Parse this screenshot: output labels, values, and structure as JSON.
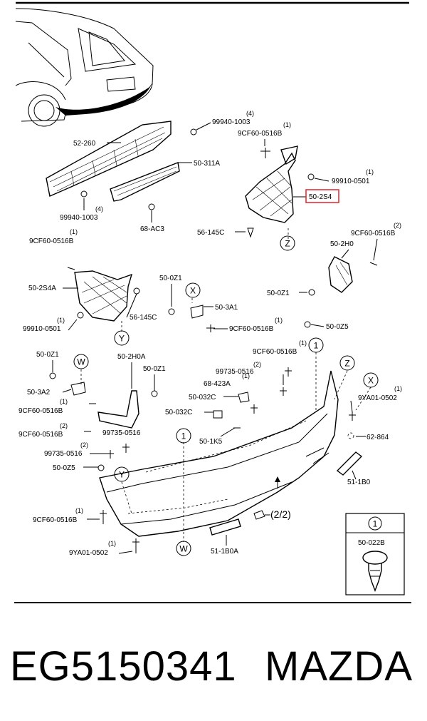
{
  "labels": {
    "l52_260": "52-260",
    "l99940_top": "99940-1003",
    "l99940_top_q": "(4)",
    "l9cf_top": "9CF60-0516B",
    "l9cf_top_q": "(1)",
    "l50_311a": "50-311A",
    "l99910_right": "99910-0501",
    "l99910_right_q": "(1)",
    "l50_2s4": "50-2S4",
    "l99940_bot": "99940-1003",
    "l99940_bot_q": "(4)",
    "l68_ac3": "68-AC3",
    "l56_145c_top": "56-145C",
    "l9cf_left": "9CF60-0516B",
    "l9cf_left_q": "(1)",
    "l9cf_right": "9CF60-0516B",
    "l9cf_right_q": "(2)",
    "l50_2h0": "50-2H0",
    "l50_2s4a": "50-2S4A",
    "l50_0z1_a": "50-0Z1",
    "l50_3a1": "50-3A1",
    "l56_145c_mid": "56-145C",
    "l50_0z1_b": "50-0Z1",
    "l99910_left": "99910-0501",
    "l99910_left_q": "(1)",
    "l9cf_mid": "9CF60-0516B",
    "l9cf_mid_q": "(1)",
    "l50_0z5_r": "50-0Z5",
    "l50_0z1_c": "50-0Z1",
    "l50_2h0a": "50-2H0A",
    "l50_0z1_d": "50-0Z1",
    "l9cf_c": "9CF60-0516B",
    "l9cf_c_q": "(1)",
    "l99735_a": "99735-0516",
    "l99735_a_q": "(2)",
    "l68_423a": "68-423A",
    "l68_423a_q": "(1)",
    "l50_3a2": "50-3A2",
    "l9cf_d": "9CF60-0516B",
    "l9cf_d_q": "(1)",
    "l50_032c_a": "50-032C",
    "l9ya_r": "9YA01-0502",
    "l9ya_r_q": "(1)",
    "l50_032c_b": "50-032C",
    "l9cf_e": "9CF60-0516B",
    "l9cf_e_q": "(2)",
    "l99735_b": "99735-0516",
    "l62_864": "62-864",
    "l50_1k5": "50-1K5",
    "l99735_c": "99735-0516",
    "l99735_c_q": "(2)",
    "l50_0z5_l": "50-0Z5",
    "l51_1b0": "51-1B0",
    "l9cf_f": "9CF60-0516B",
    "l9cf_f_q": "(1)",
    "l2of2": "(2/2)",
    "l9ya_l": "9YA01-0502",
    "l9ya_l_q": "(1)",
    "l51_1b0a": "51-1B0A"
  },
  "callouts": {
    "z": "Z",
    "x": "X",
    "y": "Y",
    "w": "W",
    "one": "1"
  },
  "inset": {
    "circle": "1",
    "part": "50-022B"
  },
  "caption": {
    "part_number": "EG5150341",
    "brand": "MAZDA"
  },
  "highlight_color": "#e0242b"
}
